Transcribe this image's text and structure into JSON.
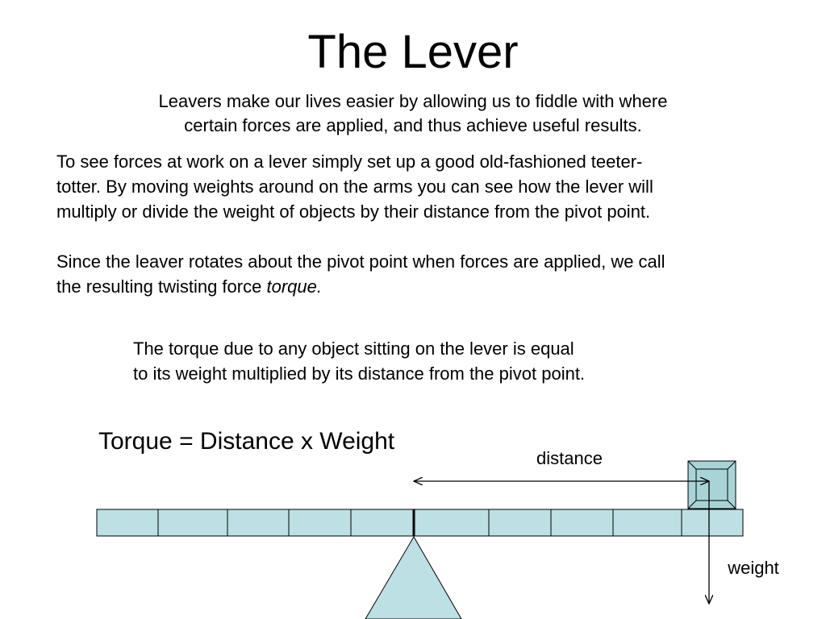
{
  "title": "The Lever",
  "intro": {
    "line1": "Leavers make our lives easier by allowing us to fiddle with where",
    "line2": "certain forces are applied, and thus achieve useful results."
  },
  "paragraph1": {
    "line1": "To see forces at work on a lever simply set up a good old-fashioned teeter-",
    "line2": "totter. By moving weights around on the arms you can see how the lever will",
    "line3": "multiply or divide the weight of objects by their distance from the pivot point."
  },
  "paragraph2": {
    "line1": "Since the leaver rotates about the pivot point when forces are applied, we call",
    "line2_prefix": "the resulting twisting force ",
    "line2_emphasis": "torque."
  },
  "statement": {
    "line1": "The torque due to any object sitting on the lever is equal",
    "line2": "to its weight multiplied by its distance from the pivot point."
  },
  "formula": "Torque = Distance x Weight",
  "diagram": {
    "distance_label": "distance",
    "weight_label": "weight",
    "colors": {
      "beam_fill": "#bce0e3",
      "fulcrum_fill": "#bce0e3",
      "weight_fill": "#a8d4d8",
      "stroke": "#000000"
    }
  }
}
